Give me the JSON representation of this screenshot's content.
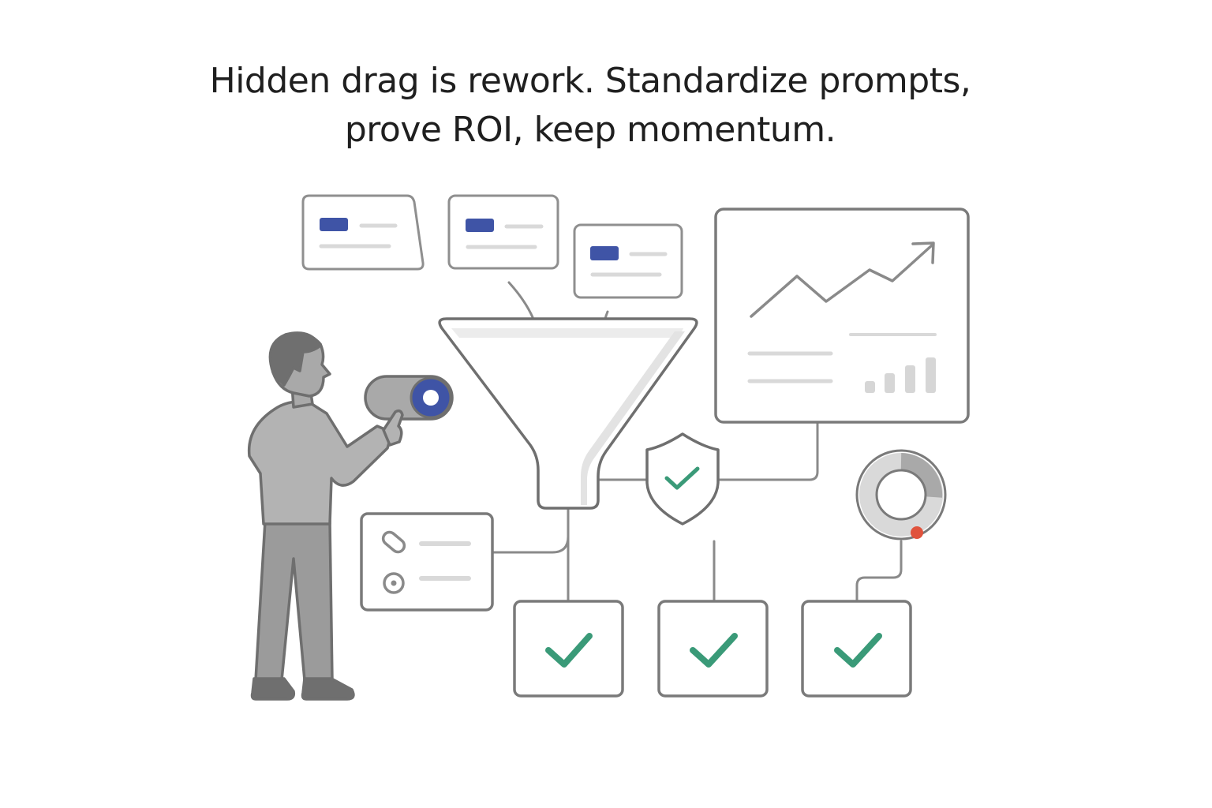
{
  "headline": {
    "line1": "Hidden drag is rework. Standardize prompts,",
    "line2": "prove ROI, keep momentum."
  },
  "colors": {
    "outline": "#7a7a7a",
    "light_line": "#d9d9d9",
    "accent_blue": "#3f54a6",
    "check_green": "#3a9a78",
    "alert_red": "#e0533d",
    "person_fill": "#a9a9a9"
  },
  "icons": [
    "person-figure",
    "toggle-switch",
    "funnel-icon",
    "shield-check-icon",
    "line-chart-icon",
    "bar-chart-icon",
    "donut-chart-icon",
    "checkmark-icon",
    "pill-icon"
  ]
}
